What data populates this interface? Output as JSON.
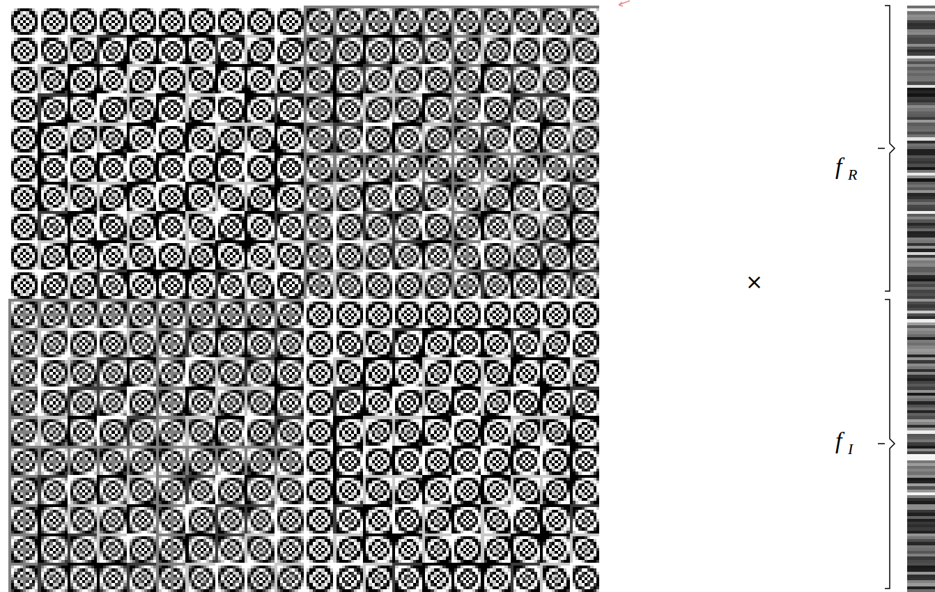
{
  "diagram": {
    "labels": [
      "×",
      "f",
      "R",
      "f",
      "I"
    ]
  }
}
